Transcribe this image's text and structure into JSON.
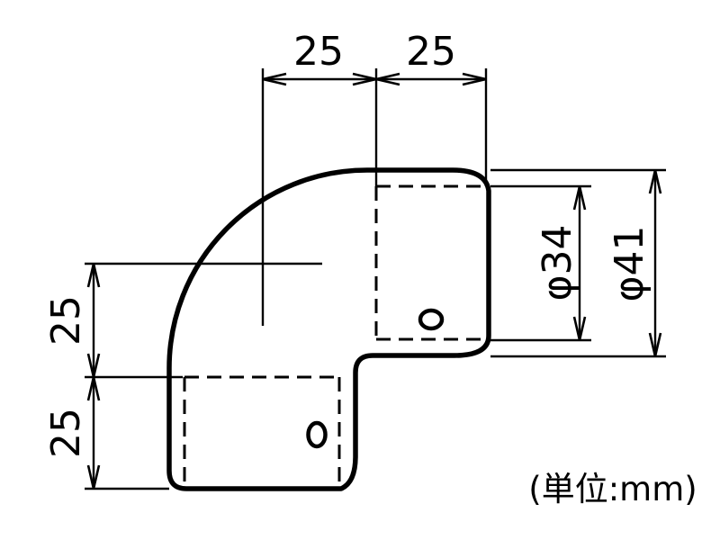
{
  "drawing": {
    "background": "#ffffff",
    "line_color": "#000000",
    "unit_note": "(単位:mm)",
    "dimensions": {
      "top": [
        {
          "label": "25"
        },
        {
          "label": "25"
        }
      ],
      "left": [
        {
          "label": "25"
        },
        {
          "label": "25"
        }
      ],
      "diameter": [
        {
          "label": "φ34"
        },
        {
          "label": "φ41"
        }
      ]
    }
  }
}
